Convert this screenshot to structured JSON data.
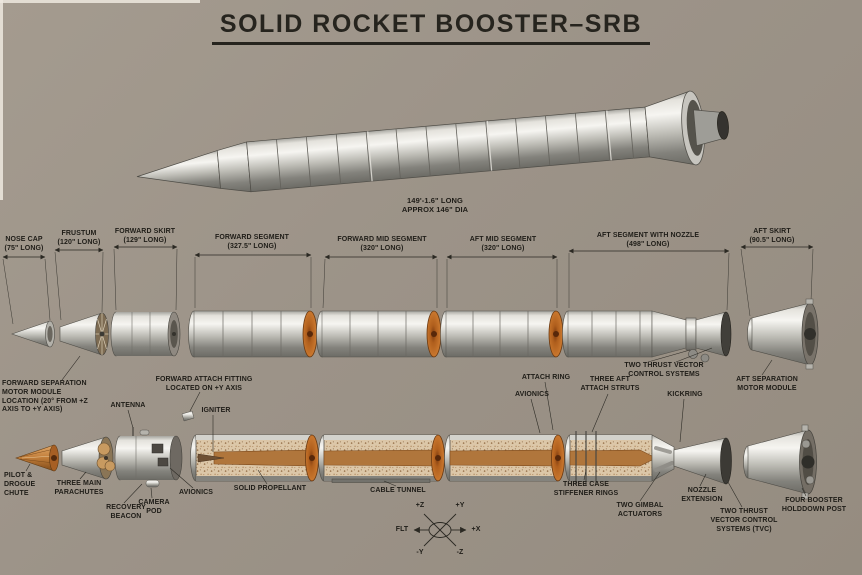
{
  "title": "SOLID ROCKET BOOSTER–SRB",
  "overall": {
    "length": "149'-1.6\" LONG",
    "diameter": "APPROX 146\" DIA"
  },
  "segments": [
    {
      "name": "NOSE CAP",
      "dim": "(75\" LONG)"
    },
    {
      "name": "FRUSTUM",
      "dim": "(120\" LONG)"
    },
    {
      "name": "FORWARD SKIRT",
      "dim": "(129\" LONG)"
    },
    {
      "name": "FORWARD SEGMENT",
      "dim": "(327.5\" LONG)"
    },
    {
      "name": "FORWARD MID SEGMENT",
      "dim": "(320\" LONG)"
    },
    {
      "name": "AFT MID SEGMENT",
      "dim": "(320\" LONG)"
    },
    {
      "name": "AFT SEGMENT WITH NOZZLE",
      "dim": "(498\" LONG)"
    },
    {
      "name": "AFT SKIRT",
      "dim": "(90.5\" LONG)"
    }
  ],
  "callouts": {
    "two_tvc_mid": "TWO THRUST VECTOR CONTROL SYSTEMS",
    "aft_separation_motor": "AFT SEPARATION MOTOR MODULE",
    "forward_separation_motor": "FORWARD SEPARATION MOTOR MODULE LOCATION (20° FROM +Z AXIS TO +Y AXIS)",
    "forward_attach_fitting": "FORWARD ATTACH FITTING LOCATED ON +Y AXIS",
    "antenna": "ANTENNA",
    "igniter": "IGNITER",
    "attach_ring": "ATTACH RING",
    "avionics_aft": "AVIONICS",
    "three_aft_attach_struts": "THREE AFT ATTACH STRUTS",
    "kickring": "KICKRING",
    "pilot_drogue_chute": "PILOT & DROGUE CHUTE",
    "three_main_parachutes": "THREE MAIN PARACHUTES",
    "recovery_beacon": "RECOVERY BEACON",
    "camera_pod": "CAMERA POD",
    "avionics_forward": "AVIONICS",
    "solid_propellant": "SOLID PROPELLANT",
    "cable_tunnel": "CABLE TUNNEL",
    "three_case_stiffener_rings": "THREE CASE STIFFENER RINGS",
    "two_gimbal_actuators": "TWO GIMBAL ACTUATORS",
    "nozzle_extension": "NOZZLE EXTENSION",
    "two_tvc_bottom": "TWO THRUST VECTOR CONTROL SYSTEMS (TVC)",
    "four_booster_holddown_post": "FOUR BOOSTER HOLDDOWN POST"
  },
  "axes": {
    "plus_z": "+Z",
    "plus_y": "+Y",
    "flt": "FLT",
    "plus_x": "+X",
    "minus_y": "-Y",
    "minus_z": "-Z"
  },
  "colors": {
    "background": "#9c9388",
    "propellant_orange": "#b4651f",
    "propellant_cream": "#dcc7a8",
    "ink": "#26241e"
  }
}
